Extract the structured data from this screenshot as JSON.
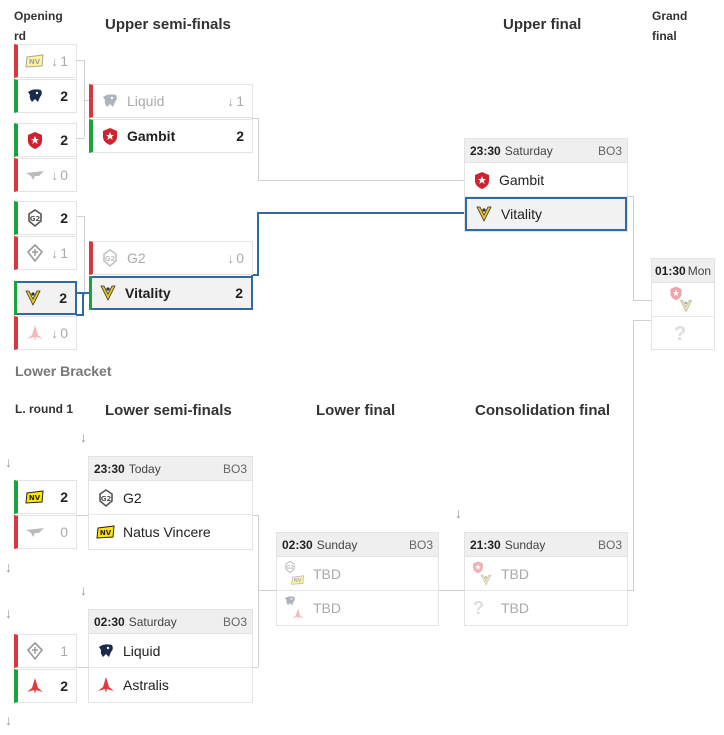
{
  "headers": {
    "opening": "Opening rd",
    "upper_semis": "Upper semi-finals",
    "upper_final": "Upper final",
    "grand_final": "Grand final",
    "lower_bracket": "Lower Bracket",
    "lower_r1": "L. round 1",
    "lower_semis": "Lower semi-finals",
    "lower_final": "Lower final",
    "consolidation": "Consolidation final"
  },
  "opening": [
    {
      "score": "1",
      "state": "lose"
    },
    {
      "score": "2",
      "state": "win"
    },
    {
      "score": "2",
      "state": "win"
    },
    {
      "score": "0",
      "state": "lose"
    },
    {
      "score": "2",
      "state": "win"
    },
    {
      "score": "1",
      "state": "lose"
    },
    {
      "score": "2",
      "state": "win"
    },
    {
      "score": "0",
      "state": "lose"
    }
  ],
  "upper_semis": [
    {
      "name": "Liquid",
      "score": "1"
    },
    {
      "name": "Gambit",
      "score": "2"
    },
    {
      "name": "G2",
      "score": "0"
    },
    {
      "name": "Vitality",
      "score": "2"
    }
  ],
  "upper_final": {
    "time": "23:30",
    "day": "Saturday",
    "bo": "BO3",
    "team1": "Gambit",
    "team2": "Vitality"
  },
  "grand_final": {
    "time": "01:30",
    "day": "Mon",
    "tbd": "?"
  },
  "lower_r1": [
    {
      "score": "2"
    },
    {
      "score": "0"
    },
    {
      "score": "1"
    },
    {
      "score": "2"
    }
  ],
  "lower_semis": [
    {
      "time": "23:30",
      "day": "Today",
      "bo": "BO3",
      "team1": "G2",
      "team2": "Natus Vincere"
    },
    {
      "time": "02:30",
      "day": "Saturday",
      "bo": "BO3",
      "team1": "Liquid",
      "team2": "Astralis"
    }
  ],
  "lower_final": {
    "time": "02:30",
    "day": "Sunday",
    "bo": "BO3",
    "team1": "TBD",
    "team2": "TBD"
  },
  "consolidation": {
    "time": "21:30",
    "day": "Sunday",
    "bo": "BO3",
    "team1": "TBD",
    "team2": "TBD",
    "tbd": "?"
  },
  "arrow": "↓",
  "colors": {
    "win": "#1aa33a",
    "lose": "#d9363e",
    "highlight": "#2f6aa3"
  }
}
